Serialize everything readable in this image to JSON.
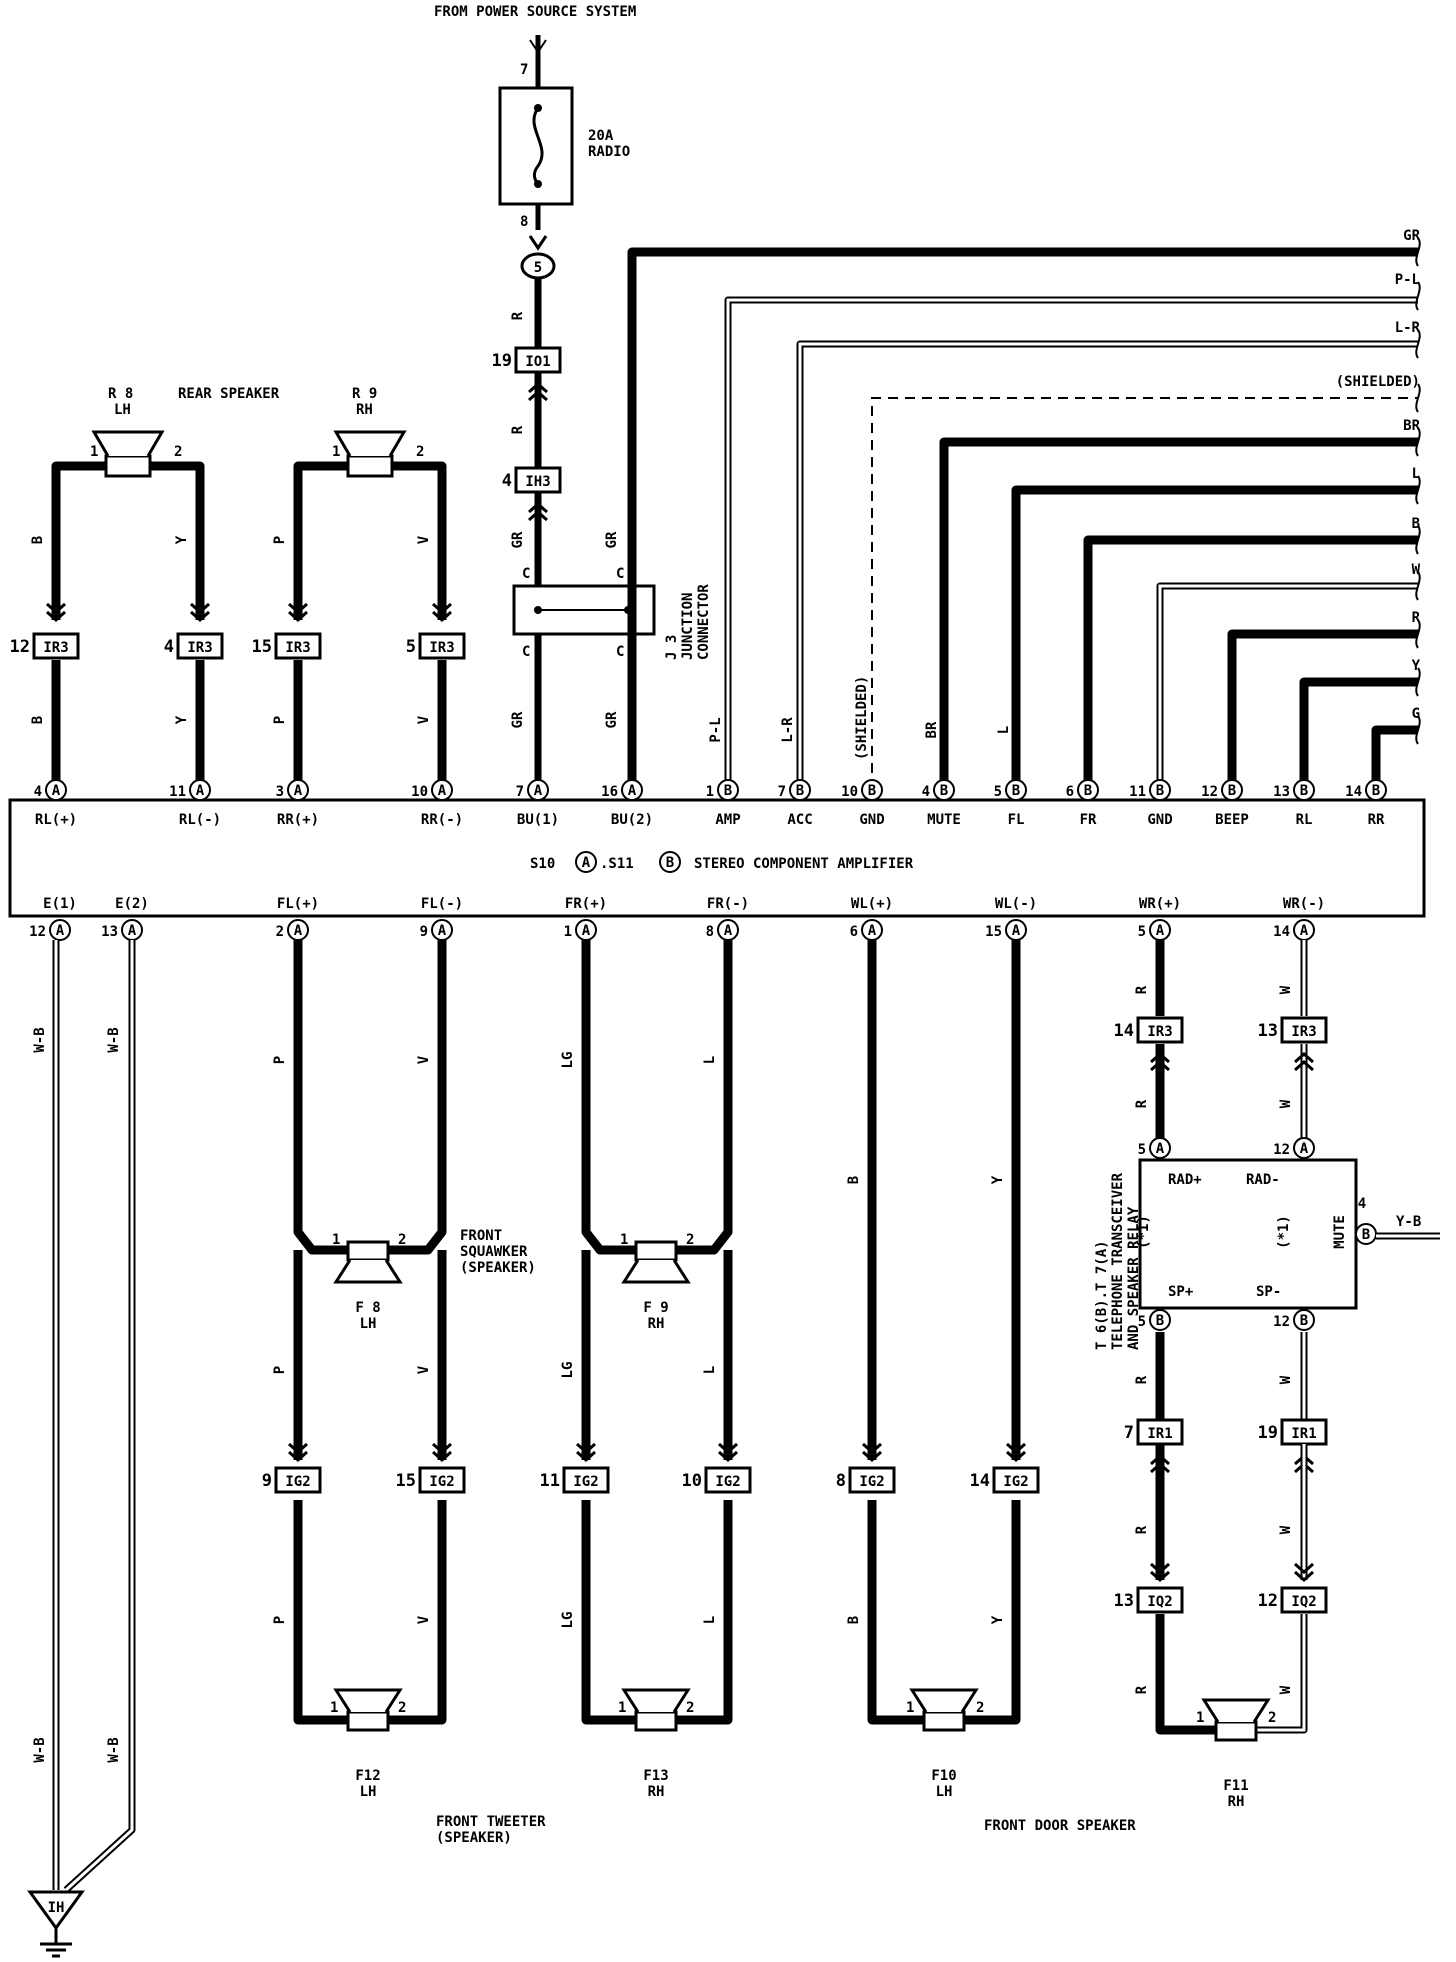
{
  "title": "FROM POWER SOURCE SYSTEM",
  "fuse": {
    "label": "20A\nRADIO",
    "pin_in": "7",
    "pin_out": "8",
    "junction": "5"
  },
  "connectors": {
    "io1": {
      "name": "IO1",
      "pin": "19"
    },
    "ih3": {
      "name": "IH3",
      "pin": "4"
    },
    "j3": "J 3\nJUNCTION\nCONNECTOR"
  },
  "rear_speaker": {
    "title": "REAR SPEAKER",
    "lh": {
      "id": "R 8",
      "side": "LH"
    },
    "rh": {
      "id": "R 9",
      "side": "RH"
    }
  },
  "amplifier": {
    "title": "STEREO COMPONENT AMPLIFIER",
    "code_a": "S10",
    "code_b": "S11",
    "top_pins": [
      {
        "pin": "4",
        "conn": "A",
        "label": "RL(+)"
      },
      {
        "pin": "11",
        "conn": "A",
        "label": "RL(-)"
      },
      {
        "pin": "3",
        "conn": "A",
        "label": "RR(+)"
      },
      {
        "pin": "10",
        "conn": "A",
        "label": "RR(-)"
      },
      {
        "pin": "7",
        "conn": "A",
        "label": "BU(1)"
      },
      {
        "pin": "16",
        "conn": "A",
        "label": "BU(2)"
      },
      {
        "pin": "1",
        "conn": "B",
        "label": "AMP"
      },
      {
        "pin": "7",
        "conn": "B",
        "label": "ACC"
      },
      {
        "pin": "10",
        "conn": "B",
        "label": "GND"
      },
      {
        "pin": "4",
        "conn": "B",
        "label": "MUTE"
      },
      {
        "pin": "5",
        "conn": "B",
        "label": "FL"
      },
      {
        "pin": "6",
        "conn": "B",
        "label": "FR"
      },
      {
        "pin": "11",
        "conn": "B",
        "label": "GND"
      },
      {
        "pin": "12",
        "conn": "B",
        "label": "BEEP"
      },
      {
        "pin": "13",
        "conn": "B",
        "label": "RL"
      },
      {
        "pin": "14",
        "conn": "B",
        "label": "RR"
      }
    ],
    "bottom_pins": [
      {
        "pin": "12",
        "conn": "A",
        "label": "E(1)"
      },
      {
        "pin": "13",
        "conn": "A",
        "label": "E(2)"
      },
      {
        "pin": "2",
        "conn": "A",
        "label": "FL(+)"
      },
      {
        "pin": "9",
        "conn": "A",
        "label": "FL(-)"
      },
      {
        "pin": "1",
        "conn": "A",
        "label": "FR(+)"
      },
      {
        "pin": "8",
        "conn": "A",
        "label": "FR(-)"
      },
      {
        "pin": "6",
        "conn": "A",
        "label": "WL(+)"
      },
      {
        "pin": "15",
        "conn": "A",
        "label": "WL(-)"
      },
      {
        "pin": "5",
        "conn": "A",
        "label": "WR(+)"
      },
      {
        "pin": "14",
        "conn": "A",
        "label": "WR(-)"
      }
    ]
  },
  "right_wires": [
    "GR",
    "P-L",
    "L-R",
    "(SHIELDED)",
    "BR",
    "L",
    "B",
    "W",
    "R",
    "Y",
    "G"
  ],
  "shielded_label": "(SHIELDED)",
  "rear_connectors": [
    "12",
    "IR3",
    "4",
    "IR3",
    "15",
    "IR3",
    "5",
    "IR3"
  ],
  "squawker": {
    "title": "FRONT\nSQUAWKER\n(SPEAKER)",
    "lh": "F 8\nLH",
    "rh": "F 9\nRH"
  },
  "tweeter": {
    "title": "FRONT TWEETER\n(SPEAKER)",
    "lh": "F12\nLH",
    "rh": "F13\nRH"
  },
  "door": {
    "title": "FRONT DOOR SPEAKER",
    "lh": "F10\nLH",
    "rh": "F11\nRH"
  },
  "ig2_pins": [
    "9",
    "15",
    "11",
    "10",
    "8",
    "14"
  ],
  "ig2_name": "IG2",
  "telephone": {
    "title": "T 6(B).T 7(A)\nTELEPHONE TRANSCEIVER\nAND SPEAKER RELAY",
    "rad_plus": "RAD+",
    "rad_minus": "RAD-",
    "sp_plus": "SP+",
    "sp_minus": "SP-",
    "mute": "MUTE",
    "note": "(*1)",
    "pin_rad_plus": "5",
    "pin_rad_minus": "12",
    "pin_sp_plus": "5",
    "pin_sp_minus": "12",
    "pin_mute": "4",
    "mute_wire": "Y-B"
  },
  "ir3_lower": [
    {
      "pin": "14",
      "name": "IR3"
    },
    {
      "pin": "13",
      "name": "IR3"
    }
  ],
  "ir1": [
    {
      "pin": "7",
      "name": "IR1"
    },
    {
      "pin": "19",
      "name": "IR1"
    }
  ],
  "iq2": [
    {
      "pin": "13",
      "name": "IQ2"
    },
    {
      "pin": "12",
      "name": "IQ2"
    }
  ],
  "ground": "IH",
  "wire_ground": "W-B"
}
